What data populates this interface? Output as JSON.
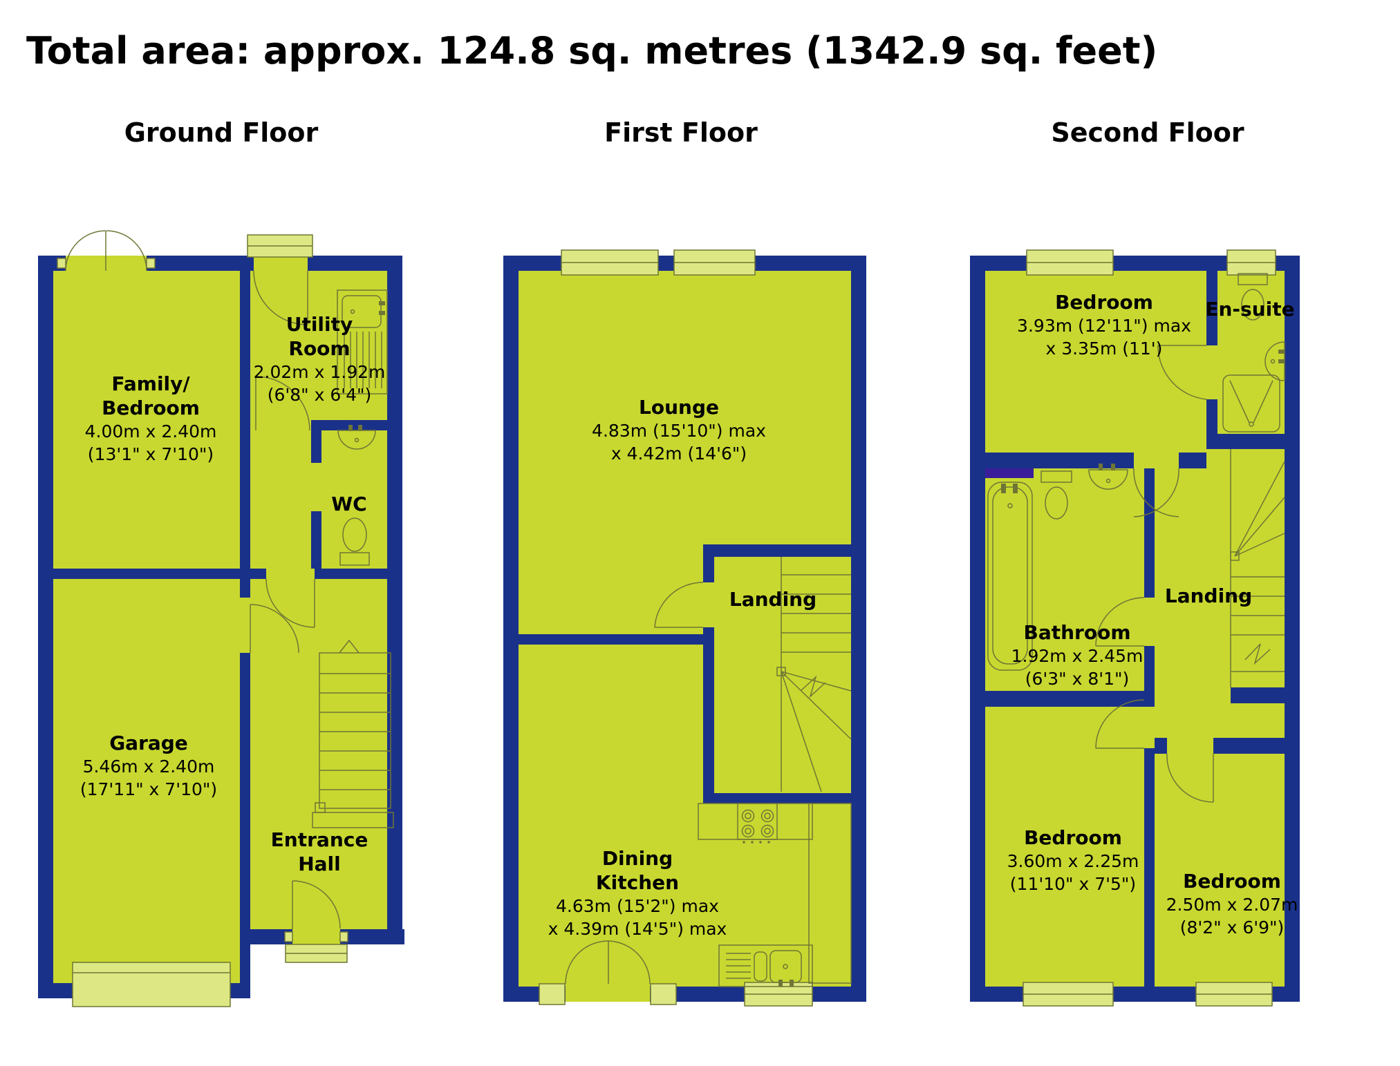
{
  "title": "Total area: approx. 124.8 sq. metres (1342.9 sq. feet)",
  "colors": {
    "room_fill": "#c8d830",
    "wall": "#1a318a",
    "window_fill": "#dde884",
    "outline": "#6f7535",
    "radiator": "#3a1d99",
    "text": "#000000",
    "background": "#ffffff"
  },
  "floors": [
    {
      "title": "Ground Floor",
      "rooms": [
        {
          "id": "family-bedroom",
          "lines": [
            "Family/",
            "Bedroom"
          ],
          "dims": [
            "4.00m x 2.40m",
            "(13'1\" x 7'10\")"
          ]
        },
        {
          "id": "utility-room",
          "lines": [
            "Utility",
            "Room"
          ],
          "dims": [
            "2.02m x 1.92m",
            "(6'8\" x 6'4\")"
          ]
        },
        {
          "id": "wc",
          "lines": [
            "WC"
          ],
          "dims": []
        },
        {
          "id": "garage",
          "lines": [
            "Garage"
          ],
          "dims": [
            "5.46m x 2.40m",
            "(17'11\" x 7'10\")"
          ]
        },
        {
          "id": "entrance-hall",
          "lines": [
            "Entrance",
            "Hall"
          ],
          "dims": []
        }
      ]
    },
    {
      "title": "First Floor",
      "rooms": [
        {
          "id": "lounge",
          "lines": [
            "Lounge"
          ],
          "dims": [
            "4.83m (15'10\") max",
            "x 4.42m (14'6\")"
          ]
        },
        {
          "id": "landing",
          "lines": [
            "Landing"
          ],
          "dims": []
        },
        {
          "id": "dining-kitchen",
          "lines": [
            "Dining",
            "Kitchen"
          ],
          "dims": [
            "4.63m (15'2\") max",
            "x 4.39m (14'5\") max"
          ]
        }
      ]
    },
    {
      "title": "Second Floor",
      "rooms": [
        {
          "id": "bedroom-main",
          "lines": [
            "Bedroom"
          ],
          "dims": [
            "3.93m (12'11\") max",
            "x 3.35m (11')"
          ]
        },
        {
          "id": "en-suite",
          "lines": [
            "En-suite"
          ],
          "dims": []
        },
        {
          "id": "bathroom",
          "lines": [
            "Bathroom"
          ],
          "dims": [
            "1.92m x 2.45m",
            "(6'3\" x 8'1\")"
          ]
        },
        {
          "id": "landing",
          "lines": [
            "Landing"
          ],
          "dims": []
        },
        {
          "id": "bedroom-left",
          "lines": [
            "Bedroom"
          ],
          "dims": [
            "3.60m x 2.25m",
            "(11'10\" x 7'5\")"
          ]
        },
        {
          "id": "bedroom-right",
          "lines": [
            "Bedroom"
          ],
          "dims": [
            "2.50m x 2.07m",
            "(8'2\" x 6'9\")"
          ]
        }
      ]
    }
  ]
}
